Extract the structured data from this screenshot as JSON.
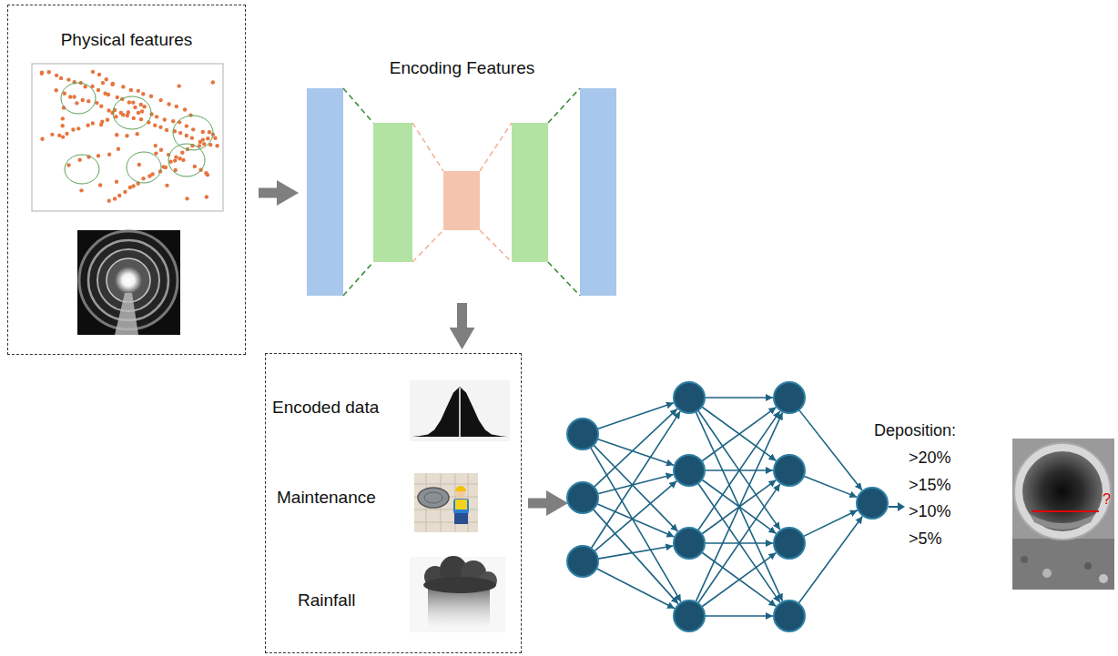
{
  "diagram": {
    "nodes": [
      {
        "text": [
          "Physical features"
        ]
      },
      {
        "text": [
          "Encoding Features"
        ]
      },
      {
        "text": [
          "Encoded data",
          "Maintenance",
          "Rainfall"
        ]
      }
    ],
    "edges": [
      {
        "from": 0,
        "to": 1,
        "arrow": "to"
      },
      {
        "from": 1,
        "to": 2,
        "arrow": "to"
      }
    ],
    "labels": [
      "Deposition:",
      ">20%",
      ">15%",
      ">10%",
      ">5%",
      "?"
    ]
  }
}
